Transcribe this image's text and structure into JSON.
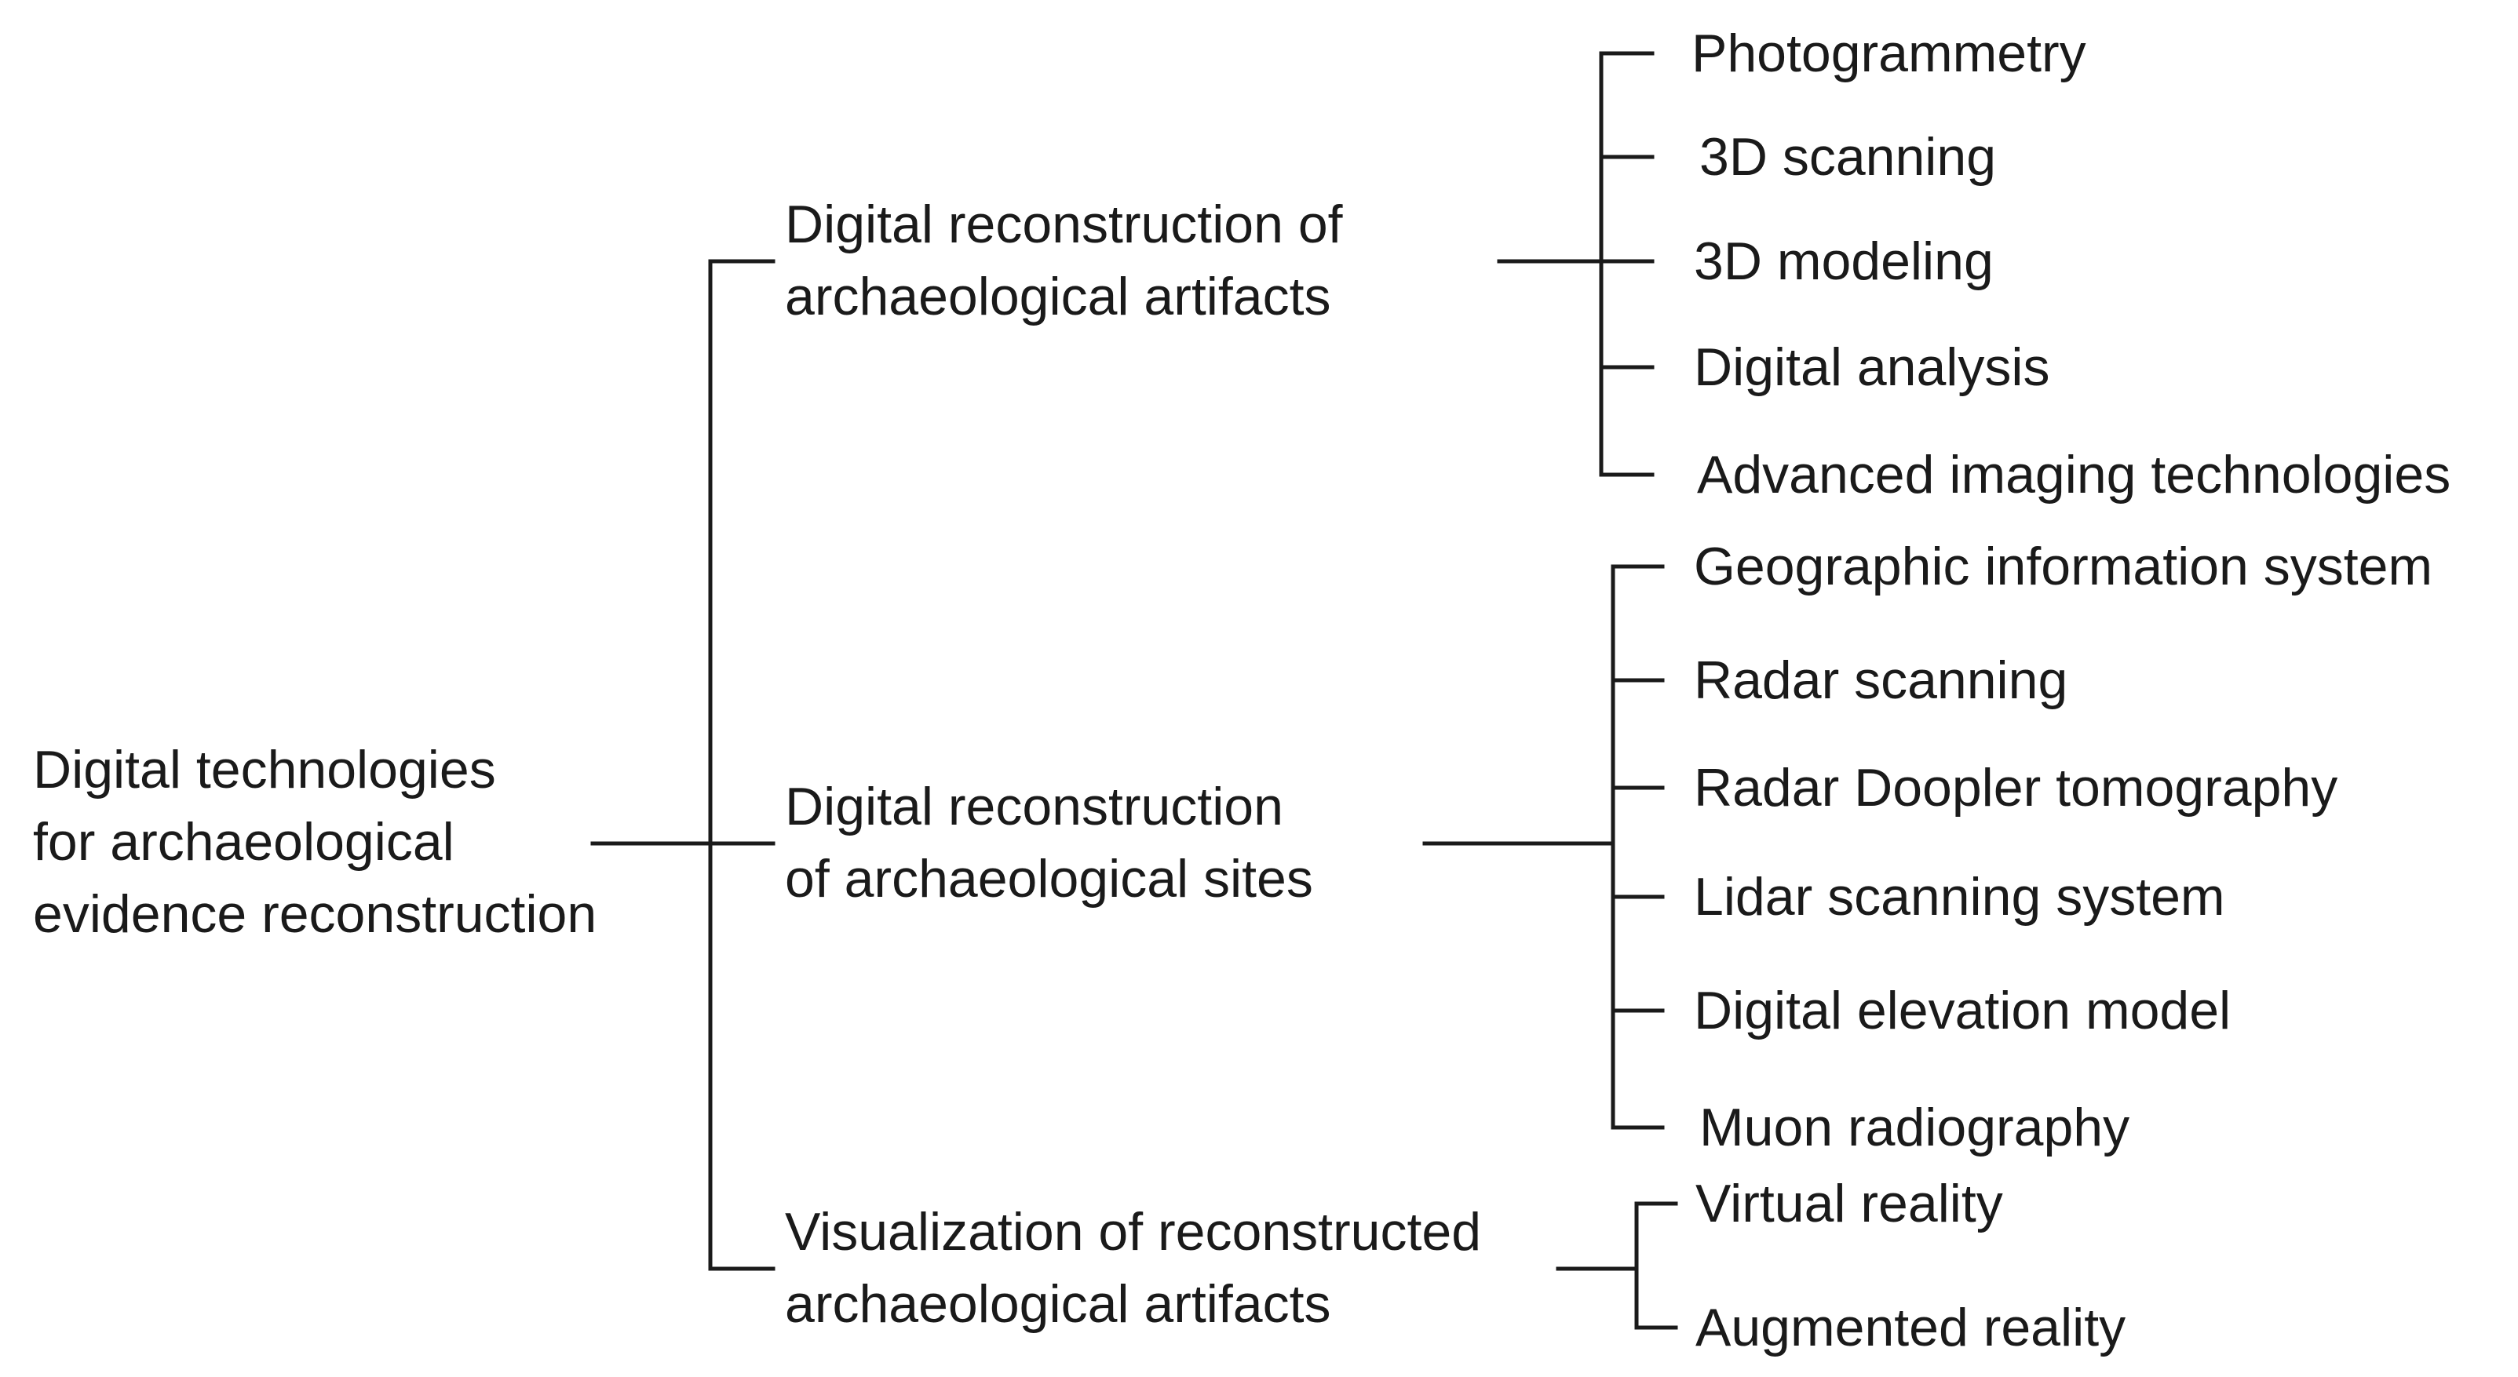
{
  "root": {
    "lines": [
      "Digital technologies",
      "for archaeological",
      "evidence reconstruction"
    ]
  },
  "branches": [
    {
      "lines": [
        "Digital reconstruction of",
        "archaeological artifacts"
      ],
      "leaves": [
        "Photogrammetry",
        "3D scanning",
        "3D modeling",
        "Digital analysis",
        "Advanced imaging technologies"
      ]
    },
    {
      "lines": [
        "Digital reconstruction",
        "of archaeological sites"
      ],
      "leaves": [
        "Geographic information system",
        "Radar scanning",
        "Radar Doopler tomography",
        "Lidar scanning system",
        "Digital elevation model",
        "Muon radiography"
      ]
    },
    {
      "lines": [
        "Visualization of reconstructed",
        "archaeological artifacts"
      ],
      "leaves": [
        "Virtual reality",
        "Augmented reality"
      ]
    }
  ],
  "colors": {
    "line": "#1a1a1a",
    "text": "#1a1a1a",
    "background": "#ffffff"
  }
}
